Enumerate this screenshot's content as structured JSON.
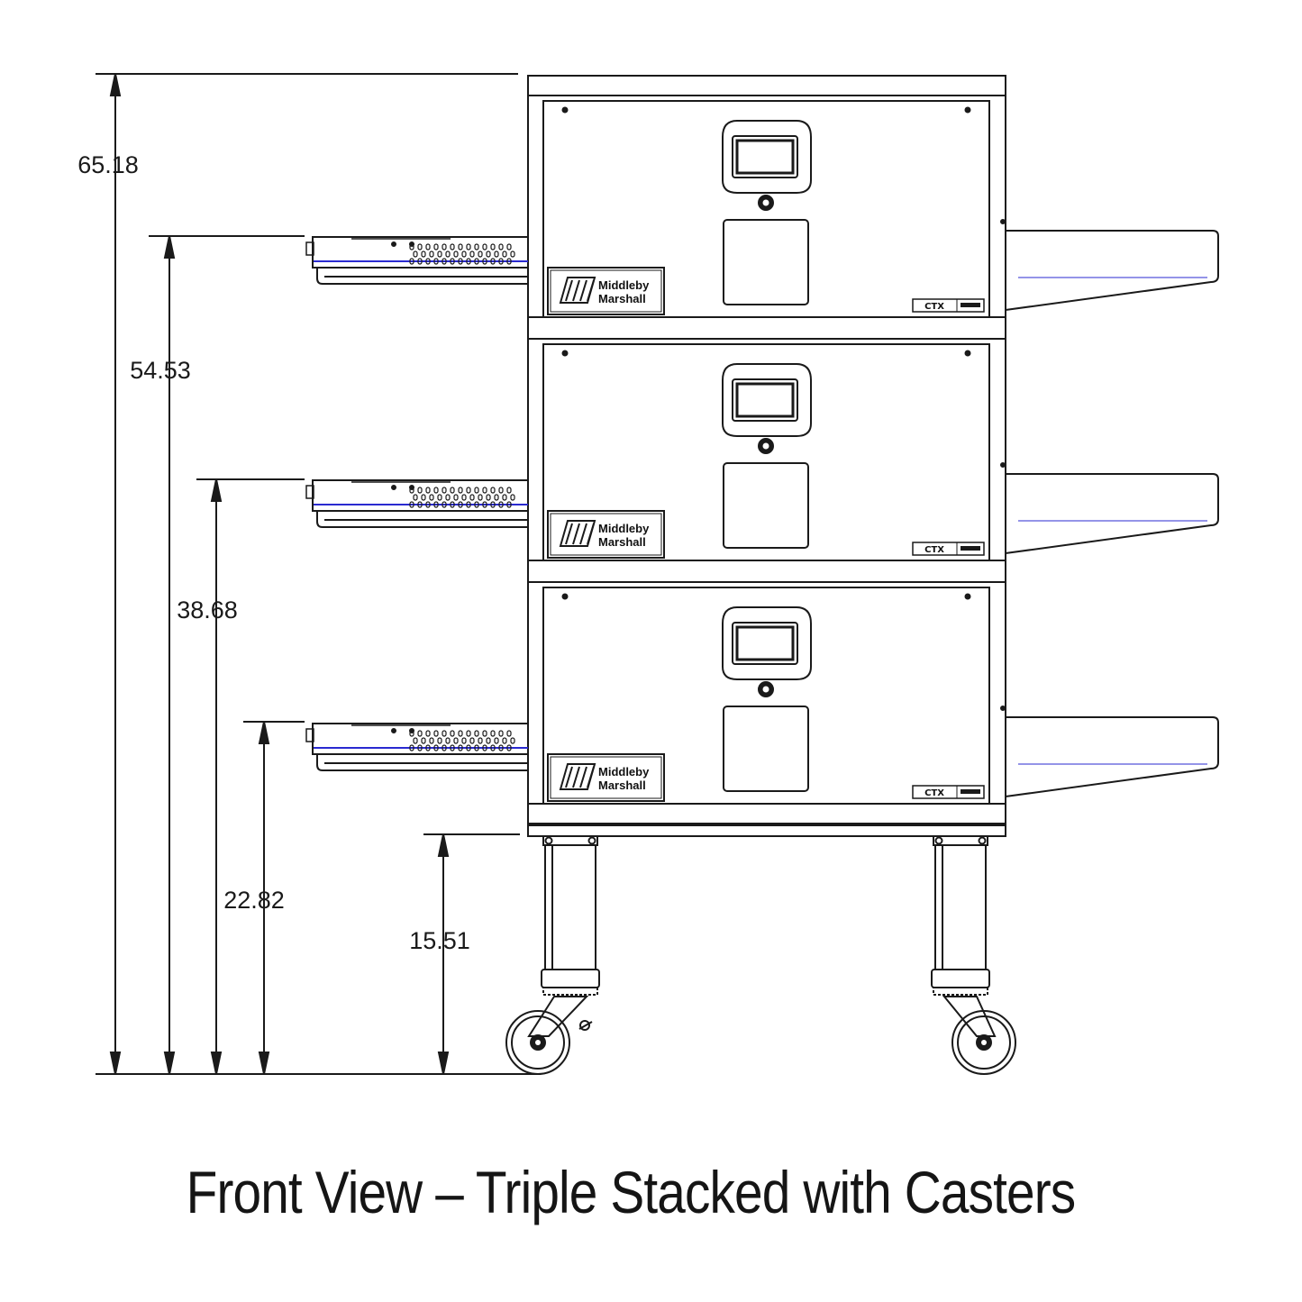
{
  "caption": "Front View – Triple Stacked with Casters",
  "dimensions": [
    "65.18",
    "54.53",
    "38.68",
    "22.82",
    "15.51"
  ],
  "brand": {
    "line1": "Middleby",
    "line2": "Marshall",
    "badge": "CTX"
  },
  "colors": {
    "line": "#1a1a1a",
    "belt_accent": "#2a2ad0"
  }
}
